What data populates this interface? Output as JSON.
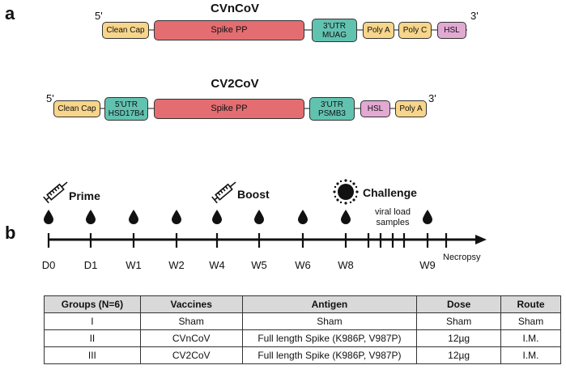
{
  "panels": {
    "a": "a",
    "b": "b"
  },
  "construct1": {
    "title": "CVnCoV",
    "five_prime": "5'",
    "three_prime": "3'",
    "elements": {
      "cap": "Clean Cap",
      "spike": "Spike  PP",
      "utr3_line1": "3'UTR",
      "utr3_line2": "MUAG",
      "polya": "Poly A",
      "polyc": "Poly C",
      "hsl": "HSL"
    }
  },
  "construct2": {
    "title": "CV2CoV",
    "five_prime": "5'",
    "three_prime": "3'",
    "elements": {
      "cap": "Clean Cap",
      "utr5_line1": "5'UTR",
      "utr5_line2": "HSD17B4",
      "spike": "Spike  PP",
      "utr3_line1": "3'UTR",
      "utr3_line2": "PSMB3",
      "hsl": "HSL",
      "polya": "Poly A"
    }
  },
  "timeline": {
    "events": {
      "prime": "Prime",
      "boost": "Boost",
      "challenge": "Challenge"
    },
    "viral_load_line1": "viral load",
    "viral_load_line2": "samples",
    "ticks": [
      "D0",
      "D1",
      "W1",
      "W2",
      "W4",
      "W5",
      "W6",
      "W8",
      "W9"
    ],
    "end_label": "Necropsy"
  },
  "table": {
    "headers": [
      "Groups (N=6)",
      "Vaccines",
      "Antigen",
      "Dose",
      "Route"
    ],
    "rows": [
      [
        "I",
        "Sham",
        "Sham",
        "Sham",
        "Sham"
      ],
      [
        "II",
        "CVnCoV",
        "Full length Spike  (K986P, V987P)",
        "12µg",
        "I.M."
      ],
      [
        "III",
        "CV2CoV",
        "Full length Spike  (K986P, V987P)",
        "12µg",
        "I.M."
      ]
    ]
  },
  "colors": {
    "cap": "#f7d58a",
    "spike": "#e46d71",
    "utr": "#62c2b0",
    "hsl": "#e2a9d3",
    "drop": "#111111",
    "header_fill": "#d9d9d9"
  }
}
